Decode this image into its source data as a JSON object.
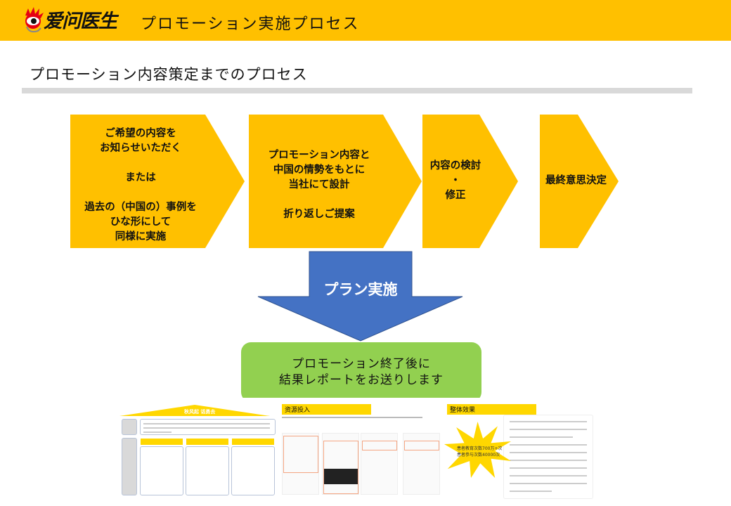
{
  "header": {
    "logo_text": "爱问医生",
    "title": "プロモーション実施プロセス"
  },
  "subtitle": "プロモーション内容策定までのプロセス",
  "steps": [
    {
      "lines": [
        "ご希望の内容を",
        "お知らせいただく",
        "",
        "または",
        "",
        "過去の（中国の）事例を",
        "ひな形にして",
        "同様に実施"
      ]
    },
    {
      "lines": [
        "プロモーション内容と",
        "中国の情勢をもとに",
        "当社にて設計",
        "",
        "折り返しご提案"
      ]
    },
    {
      "lines": [
        "内容の検討",
        "・",
        "修正"
      ]
    },
    {
      "lines": [
        "最終意思決定"
      ]
    }
  ],
  "plan_label": "プラン実施",
  "result": {
    "lines": [
      "プロモーション終了後に",
      "結果レポートをお送りします"
    ]
  },
  "colors": {
    "header": "#FFC000",
    "step": "#FFC000",
    "plan_arrow": "#4472C4",
    "result": "#92D050"
  },
  "case_images": {
    "panel1_title": "秋风起 话勇去",
    "panel2_title": "资源投入",
    "panel3_title": "整体效果",
    "star_lines": [
      "患者教育次数700万+次",
      "患者参与次数40000次"
    ]
  }
}
